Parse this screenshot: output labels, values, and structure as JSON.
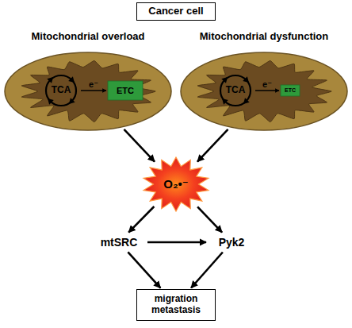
{
  "diagram": {
    "nodes": [
      {
        "text": [
          "Cancer cell"
        ]
      },
      {
        "text": [
          "Mitochondrial overload"
        ]
      },
      {
        "text": [
          "TCA"
        ],
        "in": 1
      },
      {
        "text": [
          "ETC"
        ],
        "in": 1
      },
      {
        "text": [
          "Mitochondrial dysfunction"
        ]
      },
      {
        "text": [
          "TCA"
        ],
        "in": 4
      },
      {
        "text": [
          "ETC"
        ],
        "in": 4
      },
      {
        "text": [
          "O₂•⁻"
        ]
      },
      {
        "text": [
          "mtSRC"
        ]
      },
      {
        "text": [
          "Pyk2"
        ]
      },
      {
        "text": [
          "migration metastasis"
        ]
      }
    ],
    "edges": [
      {
        "from": 2,
        "to": 3,
        "arrow": "to",
        "label": "e⁻"
      },
      {
        "from": 5,
        "to": 6,
        "arrow": "to",
        "label": "e⁻"
      },
      {
        "from": 1,
        "to": 7,
        "arrow": "to"
      },
      {
        "from": 4,
        "to": 7,
        "arrow": "to"
      },
      {
        "from": 7,
        "to": 8,
        "arrow": "to"
      },
      {
        "from": 7,
        "to": 9,
        "arrow": "to"
      },
      {
        "from": 8,
        "to": 9,
        "arrow": "to"
      },
      {
        "from": 8,
        "to": 10,
        "arrow": "to"
      },
      {
        "from": 9,
        "to": 10,
        "arrow": "to"
      }
    ]
  }
}
